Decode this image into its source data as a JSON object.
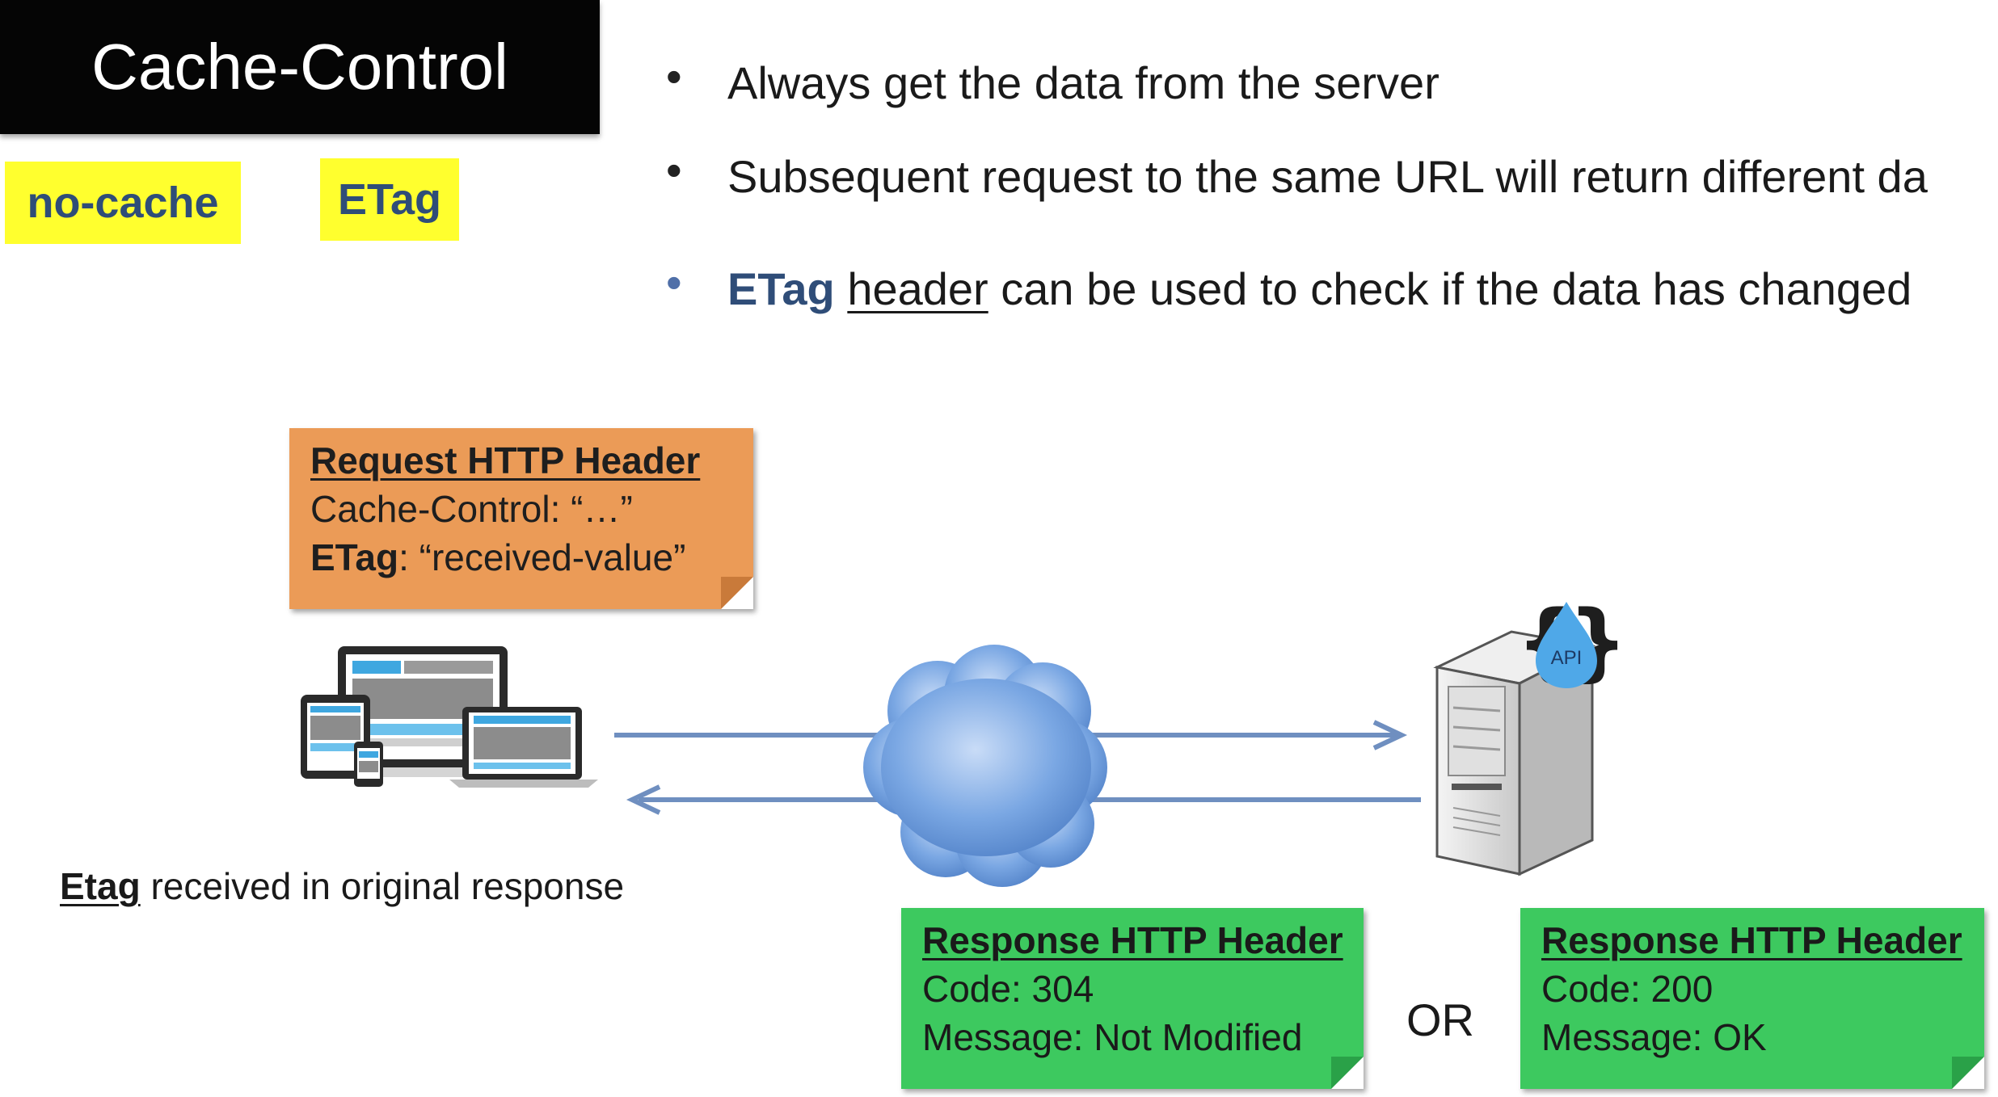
{
  "title": "Cache-Control",
  "tags": {
    "no_cache": "no-cache",
    "etag": "ETag"
  },
  "bullets": {
    "b1": "Always get the data from the server",
    "b2": "Subsequent request to the same URL will return different da",
    "b3_etag": "ETag",
    "b3_header": "header",
    "b3_rest": " can be used to check if the data has changed",
    "bullet_glyph": "•"
  },
  "request_note": {
    "heading": "Request HTTP Header",
    "line1": "Cache-Control: “…”",
    "line2_key": "ETag",
    "line2_rest": ": “received-value”"
  },
  "response_304": {
    "heading": "Response HTTP Header",
    "code": "Code: 304",
    "message": "Message: Not Modified"
  },
  "response_200": {
    "heading": "Response HTTP Header",
    "code": "Code: 200",
    "message": "Message: OK"
  },
  "or_label": "OR",
  "caption": {
    "etag": "Etag",
    "rest": " received in original response"
  },
  "server_badge": "API",
  "colors": {
    "title_bg": "#050505",
    "tag_bg": "#ffff2e",
    "etag_blue": "#2f4d78",
    "request_note": "#eb9b57",
    "response_note": "#3dc95f",
    "arrow": "#6f8fc0",
    "cloud": "#7aa7e3"
  },
  "icons": [
    "devices-icon",
    "cloud-icon",
    "server-icon",
    "api-drop-icon"
  ]
}
